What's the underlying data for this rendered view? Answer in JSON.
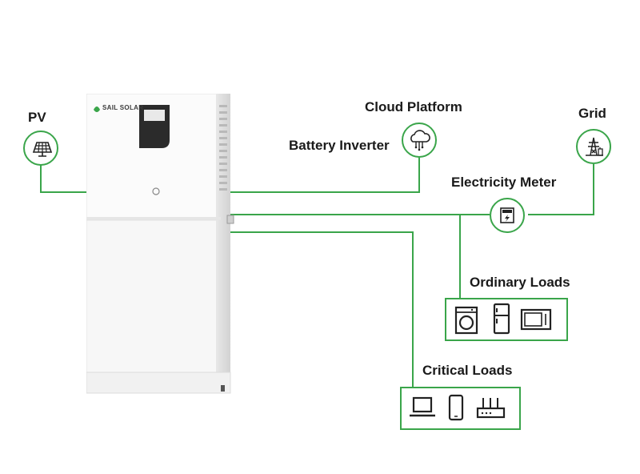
{
  "diagram": {
    "labels": {
      "pv": "PV",
      "cloud_platform": "Cloud Platform",
      "battery_inverter": "Battery Inverter",
      "grid": "Grid",
      "electricity_meter": "Electricity Meter",
      "ordinary_loads": "Ordinary Loads",
      "critical_loads": "Critical Loads"
    },
    "device_brand": "SAIL SOLAR",
    "icons": {
      "pv": "solar-panel-icon",
      "cloud": "cloud-icon",
      "grid": "power-tower-icon",
      "meter": "electricity-meter-icon",
      "ordinary_loads": [
        "washing-machine-icon",
        "refrigerator-icon",
        "microwave-icon"
      ],
      "critical_loads": [
        "laptop-icon",
        "smartphone-icon",
        "router-icon"
      ]
    },
    "colors": {
      "line": "#3aa54a",
      "text": "#1a1a1a"
    }
  }
}
